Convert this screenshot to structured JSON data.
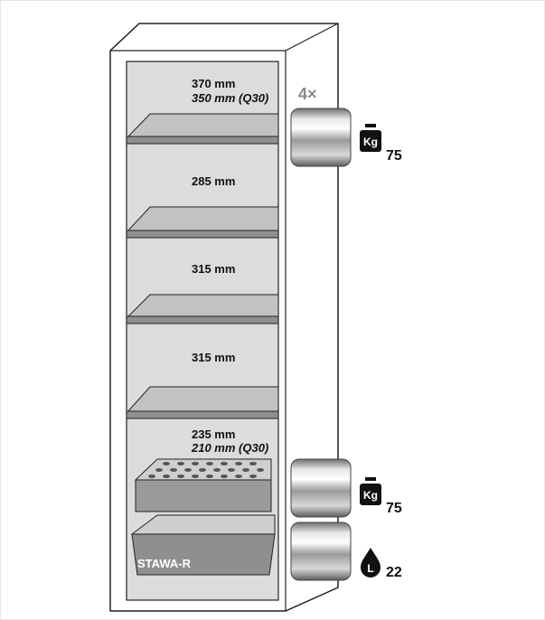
{
  "compartments": [
    {
      "height_label": "370 mm",
      "q30_label": "350 mm (Q30)"
    },
    {
      "height_label": "285 mm"
    },
    {
      "height_label": "315 mm"
    },
    {
      "height_label": "315 mm"
    },
    {
      "height_label": "235 mm",
      "q30_label": "210 mm (Q30)"
    }
  ],
  "tray": {
    "label": "STAWA-R"
  },
  "accessories": {
    "quantity_label": "4×",
    "top_load": {
      "icon": "weight-kg-icon",
      "unit": "Kg",
      "value": "75"
    },
    "middle_load": {
      "icon": "weight-kg-icon",
      "unit": "Kg",
      "value": "75"
    },
    "bottom_volume": {
      "icon": "volume-liter-icon",
      "unit": "L",
      "value": "22"
    }
  },
  "colors": {
    "cabinet_interior": "#dcdcdc",
    "shelf": "#8f8f8f",
    "outline": "#222222"
  }
}
